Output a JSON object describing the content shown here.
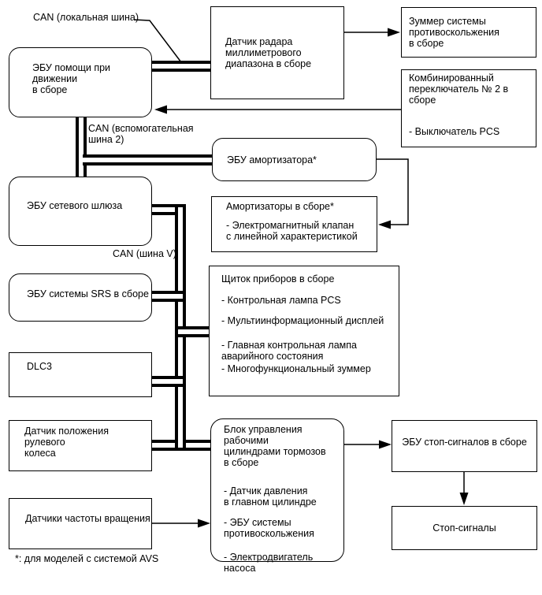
{
  "labels": {
    "can_local": "CAN (локальная шина)",
    "can_aux": "CAN (вспомогательная\nшина 2)",
    "can_v": "CAN (шина V)",
    "footnote": "*: для моделей с системой AVS"
  },
  "boxes": {
    "assist": {
      "text": "ЭБУ помощи при движении\nв сборе"
    },
    "radar": {
      "text": "Датчик радара\nмиллиметрового\nдиапазона в сборе"
    },
    "buzzer": {
      "text": "Зуммер системы\nпротивоскольжения\nв сборе"
    },
    "combo": {
      "title": "Комбинированный\nпереключатель № 2 в сборе",
      "items": [
        "- Выключатель PCS"
      ]
    },
    "absorber_ecu": {
      "text": "ЭБУ амортизатора*"
    },
    "gateway": {
      "text": "ЭБУ сетевого шлюза"
    },
    "absorbers": {
      "title": "Амортизаторы в сборе*",
      "items": [
        "- Электромагнитный клапан\nс линейной характеристикой"
      ]
    },
    "srs": {
      "text": "ЭБУ системы SRS в сборе"
    },
    "panel": {
      "title": "Щиток приборов в сборе",
      "items": [
        "- Контрольная лампа PCS",
        "- Мультиинформационный дисплей",
        "- Главная контрольная лампа\nаварийного состояния",
        "- Многофункциональный зуммер"
      ]
    },
    "dlc3": {
      "text": "DLC3"
    },
    "steering": {
      "text": "Датчик положения рулевого\nколеса"
    },
    "wheel_speed": {
      "text": "Датчики частоты вращения"
    },
    "brake": {
      "title": "Блок управления рабочими\nцилиндрами тормозов\nв сборе",
      "items": [
        "- Датчик давления\nв главном цилиндре",
        "- ЭБУ системы\nпротивоскольжения",
        "- Электродвигатель насоса"
      ]
    },
    "stop_ecu": {
      "text": "ЭБУ стоп-сигналов в сборе"
    },
    "stop_lamps": {
      "text": "Стоп-сигналы"
    }
  },
  "colors": {
    "line": "#000000",
    "background": "#ffffff"
  }
}
